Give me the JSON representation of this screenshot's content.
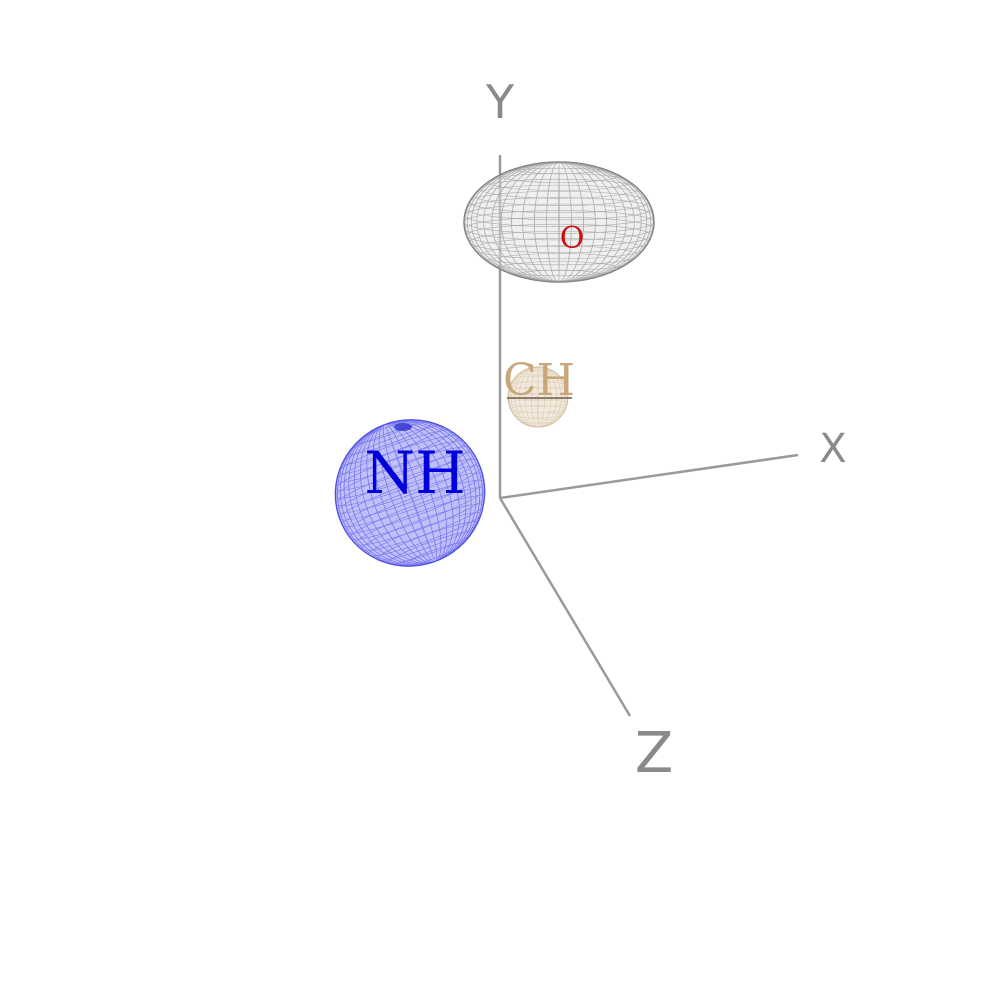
{
  "axes": {
    "x_label": "X",
    "y_label": "Y",
    "z_label": "Z",
    "color": "#8a8a8a"
  },
  "atoms": [
    {
      "label": "O",
      "color": "#cc1111",
      "surface_color": "#9a9a9a"
    },
    {
      "label": "CH",
      "color": "#c8a87a",
      "surface_color": "#d8c4a8"
    },
    {
      "label": "NH",
      "color": "#0000dd",
      "surface_color": "#3a3ae6"
    }
  ]
}
